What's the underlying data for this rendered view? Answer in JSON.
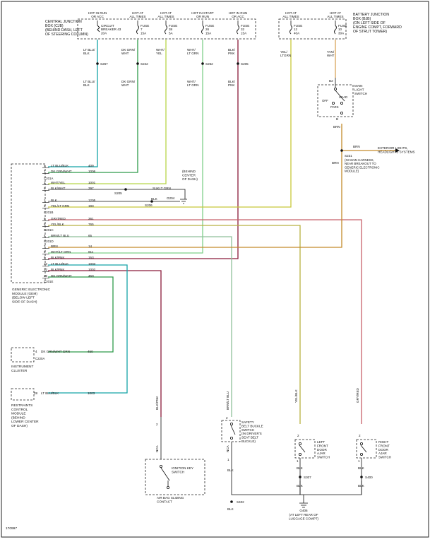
{
  "frame_ref": "170997",
  "cjb": {
    "label": [
      "CENTRAL JUNCTION",
      "BOX (CJB)",
      "(BEHIND DASH, LEFT",
      "OF STEERING COLUMN)"
    ],
    "cb_heads": [
      "HOT IN RUN",
      "OR ACC"
    ],
    "cb_label": [
      "CIRCUIT",
      "BREAKER 43",
      "20A"
    ],
    "fuses": [
      {
        "head": [
          "HOT AT",
          "ALL TIMES"
        ],
        "label": [
          "FUSE",
          "7",
          "15A"
        ]
      },
      {
        "head": [
          "HOT AT",
          "ALL TIMES"
        ],
        "label": [
          "FUSE",
          "38",
          "5A"
        ]
      },
      {
        "head": [
          "HOT IN START",
          "OR RUN"
        ],
        "label": [
          "FUSE",
          "26",
          "15A"
        ]
      },
      {
        "head": [
          "HOT IN RUN",
          "OR ACC"
        ],
        "label": [
          "FUSE",
          "32",
          "15A"
        ]
      }
    ]
  },
  "bjb": {
    "label": [
      "BATTERY JUNCTION",
      "BOX (BJB)",
      "(ON LEFT SIDE OF",
      "ENGINE COMPT, FORWARD",
      "OF STRUT TOWER)"
    ],
    "fuses": [
      {
        "head": [
          "HOT AT",
          "ALL TIMES"
        ],
        "label": [
          "FUSE",
          "12",
          "40A"
        ]
      },
      {
        "head": [
          "HOT AT",
          "ALL TIMES"
        ],
        "label": [
          "FUSE",
          "10",
          "30A"
        ]
      }
    ]
  },
  "upper_wire_labels": {
    "w1": [
      "LT BLU/",
      "BLK"
    ],
    "w2": [
      "DK GRN/",
      "WHT"
    ],
    "w3": [
      "WHT/",
      "YEL"
    ],
    "w4": [
      "WHT/",
      "LT GRN"
    ],
    "w5": [
      "BLK/",
      "PNK"
    ],
    "w6": [
      "YEL/",
      "LTGRN"
    ],
    "w7": [
      "TAN/",
      "WHT"
    ]
  },
  "lower_wire_labels": {
    "w1": [
      "LT BLU/",
      "BLK"
    ],
    "w2": [
      "DK GRN/",
      "WHT"
    ],
    "w4": [
      "WHT/",
      "LT GRN"
    ],
    "w5": [
      "BLK/",
      "PNK"
    ]
  },
  "splices": [
    "S267",
    "S242",
    "S262",
    "S205",
    "S231",
    "S205",
    "S206"
  ],
  "splice_s231_note": [
    "(IN MAIN HARNESS,",
    "NEAR BREAKOUT TO",
    "GENERIC ELECTRONIC",
    "MODULE)"
  ],
  "headlamp_switch": {
    "connector": "B2",
    "label": [
      "MAIN",
      "LIGHT",
      "SWITCH"
    ],
    "positions": [
      "OFF",
      "PARK",
      "HEAD"
    ],
    "pin_out": "B",
    "wire": "BRN"
  },
  "exterior_lights": {
    "wire": "BRN",
    "label": [
      "EXTERIOR LIGHTS,",
      "HEADLIGHTS SYSTEMS"
    ]
  },
  "brn_down": "BRN",
  "g204": {
    "label": "G204",
    "note": [
      "(BEHIND",
      "CENTER",
      "OF DASH)"
    ],
    "wire1": "SUKLT GRN",
    "wire2": "BLK"
  },
  "gem": {
    "label": [
      "GENERIC ELECTRONIC",
      "MODULE (GEM)",
      "(BELOW LEFT",
      "SIDE OF DASH)"
    ],
    "rows": [
      {
        "pin": "4",
        "name": "LT BLU/BLK",
        "ckt": "409",
        "conn": ""
      },
      {
        "pin": "1",
        "name": "DK GRN/WHT",
        "ckt": "1006",
        "conn": "C201A"
      },
      {
        "pin": "2",
        "name": "WHT/YEL",
        "ckt": "1001",
        "conn": ""
      },
      {
        "pin": "6",
        "name": "BLK/WHT",
        "ckt": "397",
        "conn": ""
      },
      {
        "pin": "1",
        "name": "BLK",
        "ckt": "1205",
        "conn": ""
      },
      {
        "pin": "2",
        "name": "YEL/LT GRN",
        "ckt": "193",
        "conn": "C201B"
      },
      {
        "pin": "5",
        "name": "GRY/RED",
        "ckt": "361",
        "conn": ""
      },
      {
        "pin": "6",
        "name": "YEL/BLK",
        "ckt": "765",
        "conn": "C201C"
      },
      {
        "pin": "4",
        "name": "BRN/LT BLU",
        "ckt": "65",
        "conn": "C201D"
      },
      {
        "pin": "7",
        "name": "BRN",
        "ckt": "14",
        "conn": ""
      },
      {
        "pin": "8",
        "name": "WHT/LT GRN",
        "ckt": "611",
        "conn": ""
      },
      {
        "pin": "9",
        "name": "BLK/PNK",
        "ckt": "153",
        "conn": ""
      },
      {
        "pin": "10",
        "name": "LT BLU/BLK",
        "ckt": "1003",
        "conn": ""
      },
      {
        "pin": "22",
        "name": "BLK/PNK",
        "ckt": "1002",
        "conn": ""
      },
      {
        "pin": "25",
        "name": "DK GRN/WHT",
        "ckt": "450",
        "conn": "C201E"
      }
    ]
  },
  "cluster": {
    "pin": "4",
    "wire": "DK GRN/WHT GRN",
    "ckt": "450",
    "conn": "C220A",
    "label": [
      "INSTRUMENT",
      "CLUSTER"
    ]
  },
  "rcm": {
    "pin": "28",
    "wire": "LT BLU/BLK",
    "ckt": "1003",
    "label": [
      "RESTRAINTS",
      "CONTROL",
      "MODULE",
      "(BEHIND",
      "LOWER CENTER",
      "OF DASH)"
    ]
  },
  "vertical_labels": {
    "blk_pnk": "BLK/PNK",
    "nca1": "NCA",
    "brn_lt_blu": "BRN/LT BLU",
    "nca2": "NCA",
    "yel_blk": "YEL/BLK",
    "gry_red": "GRY/RED"
  },
  "ignition": {
    "pin": "2",
    "label": [
      "IGNITION KEY",
      "SWITCH"
    ],
    "note": [
      "AIR BAG SLIDING",
      "CONTACT"
    ]
  },
  "belt": {
    "pin2": "2",
    "pin1": "1",
    "label": [
      "SAFETY",
      "BELT BUCKLE",
      "SWITCH",
      "(IN DRIVER'S",
      "SEAT BELT",
      "BUCKLE)"
    ],
    "wire": "BLK",
    "splice": "S402"
  },
  "left_door": {
    "pin2": "2",
    "pin1": "1",
    "label": [
      "LEFT",
      "FRONT",
      "DOOR",
      "AJAR",
      "SWITCH"
    ],
    "wire": "BLK",
    "splice": "S307"
  },
  "right_door": {
    "pin2": "2",
    "pin1": "1",
    "label": [
      "RIGHT",
      "FRONT",
      "DOOR",
      "AJAR",
      "SWITCH"
    ],
    "wire": "BLK",
    "splice": "S400"
  },
  "ground": {
    "label": "G406",
    "note": [
      "(AT LEFT REAR OF",
      "LUGGAGE COMPT)"
    ]
  },
  "colors": {
    "lt_blu_blk": "#14a3a8",
    "dk_grn_wht": "#2e9b4a",
    "wht_yel": "#b8d64a",
    "wht_lt_grn": "#7fd08a",
    "blk_pnk": "#8a1a3a",
    "yel_lt_grn": "#c8c83a",
    "tan_wht": "#d9a35a",
    "brn": "#c48a2a",
    "gry_red": "#c8606a",
    "yel_blk": "#b8b040",
    "brn_lt_blu": "#8fbf9a",
    "black": "#111111"
  }
}
